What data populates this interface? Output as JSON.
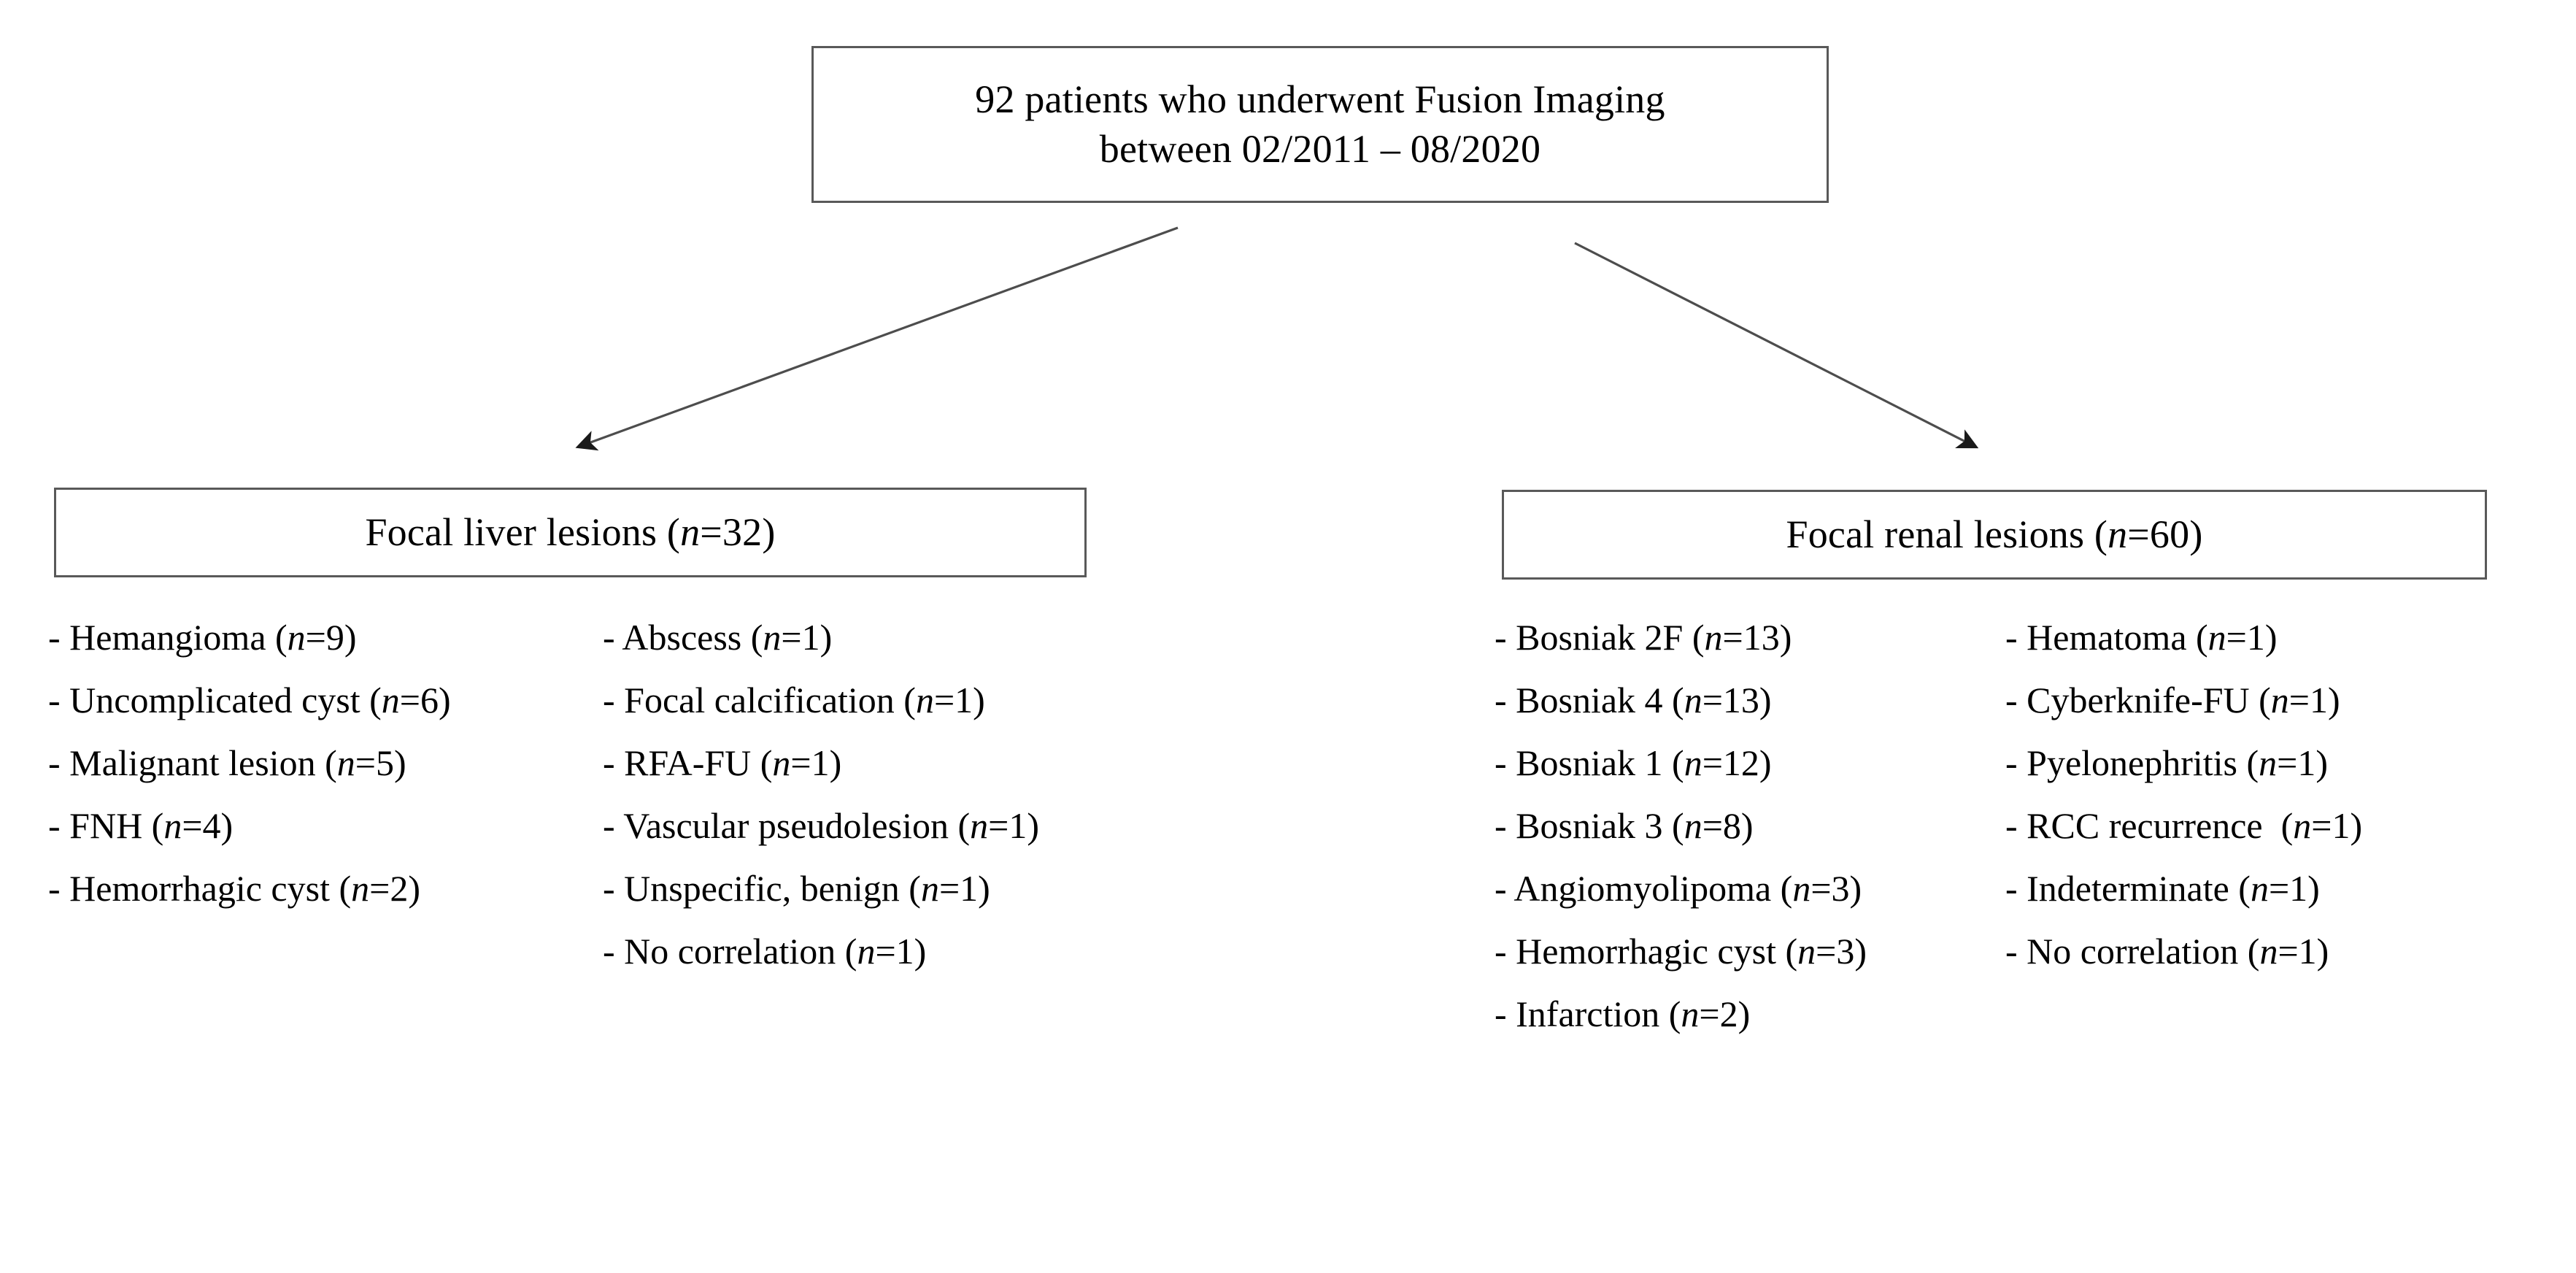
{
  "diagram": {
    "title_text": "92 patients who underwent Fusion Imaging between 02/2011 – 08/2020",
    "root": {
      "line1": "92 patients who underwent Fusion Imaging",
      "line2": "between 02/2011 – 08/2020"
    },
    "branches": [
      {
        "id": "liver",
        "header_prefix": "Focal liver lesions (",
        "header_n": "n",
        "header_suffix": "=32)",
        "columns": [
          {
            "id": "liver-col-1",
            "items": [
              {
                "label": "- Hemangioma (",
                "n": "n",
                "value": "=9)"
              },
              {
                "label": "- Uncomplicated cyst (",
                "n": "n",
                "value": "=6)"
              },
              {
                "label": "- Malignant lesion (",
                "n": "n",
                "value": "=5)"
              },
              {
                "label": "- FNH (",
                "n": "n",
                "value": "=4)"
              },
              {
                "label": "- Hemorrhagic cyst (",
                "n": "n",
                "value": "=2)"
              }
            ]
          },
          {
            "id": "liver-col-2",
            "items": [
              {
                "label": "- Abscess (",
                "n": "n",
                "value": "=1)"
              },
              {
                "label": "- Focal calcification (",
                "n": "n",
                "value": "=1)"
              },
              {
                "label": "- RFA-FU (",
                "n": "n",
                "value": "=1)"
              },
              {
                "label": "- Vascular pseudolesion (",
                "n": "n",
                "value": "=1)"
              },
              {
                "label": "- Unspecific, benign (",
                "n": "n",
                "value": "=1)"
              },
              {
                "label": "- No correlation (",
                "n": "n",
                "value": "=1)"
              }
            ]
          }
        ]
      },
      {
        "id": "renal",
        "header_prefix": "Focal renal lesions (",
        "header_n": "n",
        "header_suffix": "=60)",
        "columns": [
          {
            "id": "renal-col-1",
            "items": [
              {
                "label": "- Bosniak 2F (",
                "n": "n",
                "value": "=13)"
              },
              {
                "label": "- Bosniak 4 (",
                "n": "n",
                "value": "=13)"
              },
              {
                "label": "- Bosniak 1 (",
                "n": "n",
                "value": "=12)"
              },
              {
                "label": "- Bosniak 3 (",
                "n": "n",
                "value": "=8)"
              },
              {
                "label": "- Angiomyolipoma (",
                "n": "n",
                "value": "=3)"
              },
              {
                "label": "- Hemorrhagic cyst (",
                "n": "n",
                "value": "=3)"
              },
              {
                "label": "- Infarction (",
                "n": "n",
                "value": "=2)"
              }
            ]
          },
          {
            "id": "renal-col-2",
            "items": [
              {
                "label": "- Hematoma (",
                "n": "n",
                "value": "=1)"
              },
              {
                "label": "- Cyberknife-FU (",
                "n": "n",
                "value": "=1)"
              },
              {
                "label": "- Pyelonephritis (",
                "n": "n",
                "value": "=1)"
              },
              {
                "label": "- RCC recurrence  (",
                "n": "n",
                "value": "=1)"
              },
              {
                "label": "- Indeterminate (",
                "n": "n",
                "value": "=1)"
              },
              {
                "label": "- No correlation (",
                "n": "n",
                "value": "=1)"
              }
            ]
          }
        ]
      }
    ],
    "colors": {
      "border": "#595959",
      "text": "#000000",
      "connector": "#4d4d4d",
      "background": "#ffffff"
    }
  }
}
